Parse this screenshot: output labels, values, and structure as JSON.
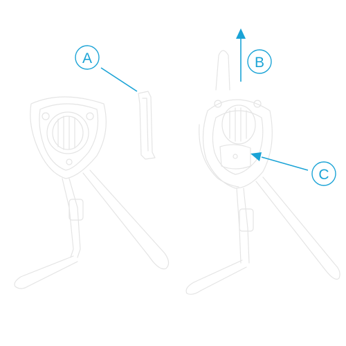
{
  "accent_color": "#1aa3d6",
  "line_art_color": "#e4e4e4",
  "callouts": [
    {
      "id": "A",
      "label": "A"
    },
    {
      "id": "B",
      "label": "B"
    },
    {
      "id": "C",
      "label": "C"
    }
  ]
}
